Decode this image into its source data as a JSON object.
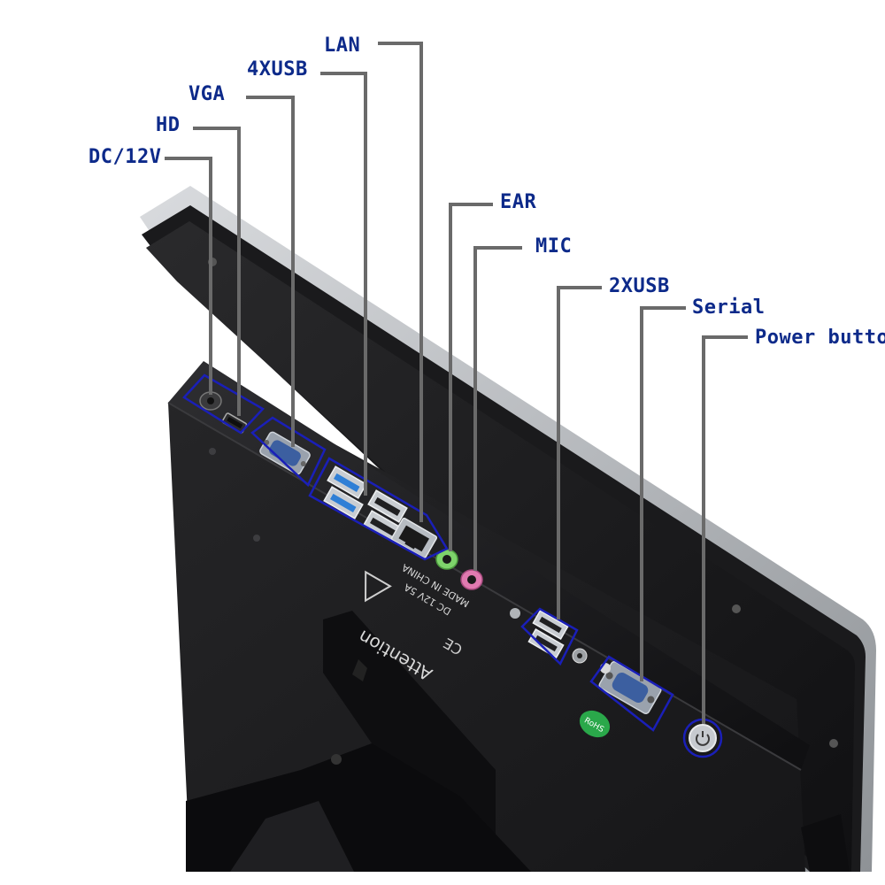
{
  "labels": {
    "dc12v": "DC/12V",
    "hd": "HD",
    "vga": "VGA",
    "usb4": "4XUSB",
    "lan": "LAN",
    "ear": "EAR",
    "mic": "MIC",
    "usb2": "2XUSB",
    "serial": "Serial",
    "power": "Power button"
  },
  "sticker": {
    "line1": "Attention",
    "line2": "DC 12V 5A",
    "line3": "MADE IN CHINA"
  },
  "rohs": "RoHS",
  "colors": {
    "label_text": "#0d2a8a",
    "leader_line": "#6a6a6a",
    "highlight_box": "#1a1fb8",
    "panel_black": "#1c1c1e",
    "bezel_silver": "#bfc1c4",
    "ear_jack": "#7ed36b",
    "mic_jack": "#e07ab0",
    "usb3_blue": "#2f7fd6"
  },
  "icons": [
    "power-icon",
    "warning-triangle-icon",
    "ce-mark-icon"
  ]
}
